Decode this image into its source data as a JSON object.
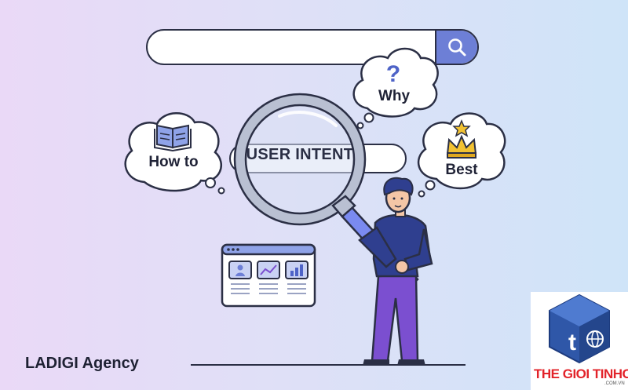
{
  "search": {
    "query": "",
    "button_icon": "search-icon"
  },
  "bubbles": {
    "howto": {
      "label": "How to",
      "icon": "book-icon"
    },
    "why": {
      "label": "Why",
      "icon": "question-mark-icon"
    },
    "best": {
      "label": "Best",
      "icon": "crown-icon"
    }
  },
  "lens": {
    "label": "USER INTENT"
  },
  "brand": {
    "name": "LADIGI Agency"
  },
  "watermark": {
    "name": "THE GIOI TINHOC",
    "domain": ".COM.VN"
  },
  "colors": {
    "outline": "#2b2f45",
    "accent": "#6d7fd6",
    "gold": "#f2c232",
    "shirt": "#2f3f8f",
    "pants": "#7b4fd0",
    "watermark_red": "#e2232a",
    "logo_blue": "#2f57a8"
  }
}
